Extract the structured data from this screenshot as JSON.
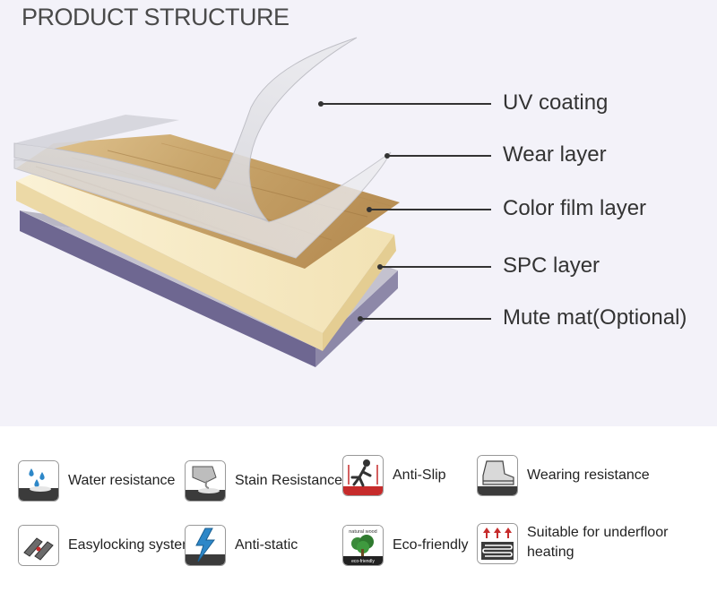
{
  "title": "PRODUCT STRUCTURE",
  "layers": [
    {
      "label": "UV coating"
    },
    {
      "label": "Wear layer"
    },
    {
      "label": "Color film layer"
    },
    {
      "label": "SPC layer"
    },
    {
      "label": "Mute mat(Optional)"
    }
  ],
  "features": [
    {
      "label": "Water resistance",
      "icon": "water-drops-icon"
    },
    {
      "label": "Stain Resistance",
      "icon": "stain-icon"
    },
    {
      "label": "Anti-Slip",
      "icon": "anti-slip-icon"
    },
    {
      "label": "Wearing resistance",
      "icon": "shoe-icon"
    },
    {
      "label": "Easylocking system",
      "icon": "locking-planks-icon"
    },
    {
      "label": "Anti-static",
      "icon": "lightning-icon"
    },
    {
      "label": "Eco-friendly",
      "icon": "tree-icon"
    },
    {
      "label": "Suitable for underfloor heating",
      "icon": "heating-icon"
    }
  ],
  "icon_text": {
    "eco_top": "natural wood",
    "eco_bottom": "eco-friendly"
  },
  "colors": {
    "wood": "#c8a46a",
    "spc": "#f6e9c4",
    "mute_mat": "#6e6791",
    "background": "#f3f2f9"
  }
}
